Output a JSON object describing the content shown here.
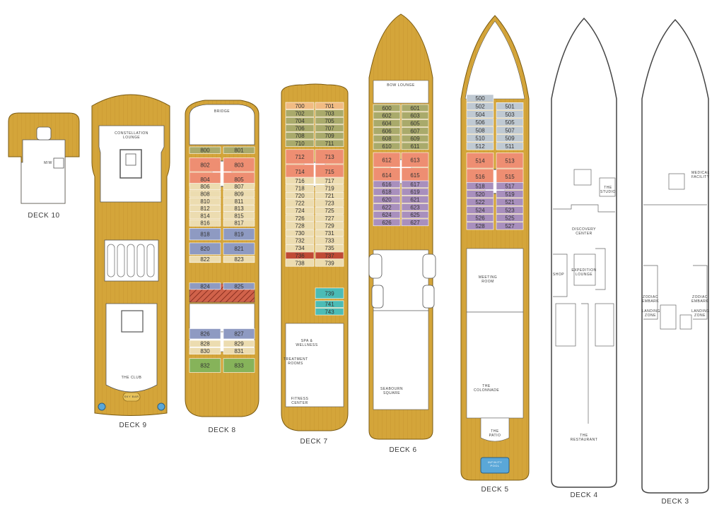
{
  "colors": {
    "wood": "#d4a53a",
    "wood_dark": "#b8861e",
    "olive": "#a9aa6b",
    "salmon": "#ee8e72",
    "beige": "#ecdcb0",
    "lavender": "#a88fbd",
    "slate_blue": "#8e9ac2",
    "steel": "#bfc9d2",
    "green": "#86b35a",
    "teal": "#4bbcb6",
    "peach": "#f1bb83",
    "red_brown": "#c04a35",
    "outline": "#444444"
  },
  "decks": [
    {
      "id": "deck10",
      "label": "DECK 10",
      "areas": [
        "M/W"
      ],
      "suites": []
    },
    {
      "id": "deck9",
      "label": "DECK 9",
      "areas": [
        "CONSTELLATION LOUNGE",
        "THE CLUB",
        "SKY BAR"
      ],
      "suites": []
    },
    {
      "id": "deck8",
      "label": "DECK 8",
      "areas": [
        "BRIDGE"
      ],
      "suites": [
        {
          "n": "800",
          "c": "olive",
          "r": 0,
          "s": "L"
        },
        {
          "n": "801",
          "c": "olive",
          "r": 0,
          "s": "R"
        },
        {
          "n": "802",
          "c": "salmon",
          "r": 1.5,
          "s": "L",
          "h": 2
        },
        {
          "n": "803",
          "c": "salmon",
          "r": 1.5,
          "s": "R",
          "h": 2
        },
        {
          "n": "804",
          "c": "salmon",
          "r": 3.5,
          "s": "L",
          "h": 2
        },
        {
          "n": "805",
          "c": "salmon",
          "r": 3.5,
          "s": "R",
          "h": 2
        },
        {
          "n": "806",
          "c": "beige",
          "r": 5,
          "s": "L"
        },
        {
          "n": "807",
          "c": "beige",
          "r": 5,
          "s": "R"
        },
        {
          "n": "808",
          "c": "beige",
          "r": 6,
          "s": "L"
        },
        {
          "n": "809",
          "c": "beige",
          "r": 6,
          "s": "R"
        },
        {
          "n": "810",
          "c": "beige",
          "r": 7,
          "s": "L"
        },
        {
          "n": "811",
          "c": "beige",
          "r": 7,
          "s": "R"
        },
        {
          "n": "812",
          "c": "beige",
          "r": 8,
          "s": "L"
        },
        {
          "n": "813",
          "c": "beige",
          "r": 8,
          "s": "R"
        },
        {
          "n": "814",
          "c": "beige",
          "r": 9,
          "s": "L"
        },
        {
          "n": "815",
          "c": "beige",
          "r": 9,
          "s": "R"
        },
        {
          "n": "816",
          "c": "beige",
          "r": 10,
          "s": "L"
        },
        {
          "n": "817",
          "c": "beige",
          "r": 10,
          "s": "R"
        },
        {
          "n": "818",
          "c": "slate_blue",
          "r": 11.2,
          "s": "L",
          "h": 1.7
        },
        {
          "n": "819",
          "c": "slate_blue",
          "r": 11.2,
          "s": "R",
          "h": 1.7
        },
        {
          "n": "820",
          "c": "slate_blue",
          "r": 13.2,
          "s": "L",
          "h": 1.7
        },
        {
          "n": "821",
          "c": "slate_blue",
          "r": 13.2,
          "s": "R",
          "h": 1.7
        },
        {
          "n": "822",
          "c": "beige",
          "r": 15,
          "s": "L"
        },
        {
          "n": "823",
          "c": "beige",
          "r": 15,
          "s": "R"
        },
        {
          "n": "824",
          "c": "slate_blue",
          "r": 18.7,
          "s": "L"
        },
        {
          "n": "825",
          "c": "slate_blue",
          "r": 18.7,
          "s": "R"
        },
        {
          "n": "826",
          "c": "slate_blue",
          "r": 25,
          "s": "L",
          "h": 1.5
        },
        {
          "n": "827",
          "c": "slate_blue",
          "r": 25,
          "s": "R",
          "h": 1.5
        },
        {
          "n": "828",
          "c": "beige",
          "r": 26.6,
          "s": "L"
        },
        {
          "n": "829",
          "c": "beige",
          "r": 26.6,
          "s": "R"
        },
        {
          "n": "830",
          "c": "beige",
          "r": 27.6,
          "s": "L"
        },
        {
          "n": "831",
          "c": "beige",
          "r": 27.6,
          "s": "R"
        },
        {
          "n": "832",
          "c": "green",
          "r": 29.1,
          "s": "L",
          "h": 2
        },
        {
          "n": "833",
          "c": "green",
          "r": 29.1,
          "s": "R",
          "h": 2
        }
      ]
    },
    {
      "id": "deck7",
      "label": "DECK 7",
      "areas": [
        "SPA & WELLNESS",
        "TREATMENT ROOMS",
        "FITNESS CENTER"
      ],
      "suites": [
        {
          "n": "700",
          "c": "peach",
          "r": 0,
          "s": "L"
        },
        {
          "n": "701",
          "c": "peach",
          "r": 0,
          "s": "R"
        },
        {
          "n": "702",
          "c": "olive",
          "r": 1,
          "s": "L"
        },
        {
          "n": "703",
          "c": "olive",
          "r": 1,
          "s": "R"
        },
        {
          "n": "704",
          "c": "olive",
          "r": 2,
          "s": "L"
        },
        {
          "n": "705",
          "c": "olive",
          "r": 2,
          "s": "R"
        },
        {
          "n": "706",
          "c": "olive",
          "r": 3,
          "s": "L"
        },
        {
          "n": "707",
          "c": "olive",
          "r": 3,
          "s": "R"
        },
        {
          "n": "708",
          "c": "olive",
          "r": 4,
          "s": "L"
        },
        {
          "n": "709",
          "c": "olive",
          "r": 4,
          "s": "R"
        },
        {
          "n": "710",
          "c": "olive",
          "r": 5,
          "s": "L"
        },
        {
          "n": "711",
          "c": "olive",
          "r": 5,
          "s": "R"
        },
        {
          "n": "712",
          "c": "salmon",
          "r": 6.3,
          "s": "L",
          "h": 2
        },
        {
          "n": "713",
          "c": "salmon",
          "r": 6.3,
          "s": "R",
          "h": 2
        },
        {
          "n": "714",
          "c": "salmon",
          "r": 8.3,
          "s": "L",
          "h": 2
        },
        {
          "n": "715",
          "c": "salmon",
          "r": 8.3,
          "s": "R",
          "h": 2
        },
        {
          "n": "716",
          "c": "beige",
          "r": 10,
          "s": "L"
        },
        {
          "n": "717",
          "c": "beige",
          "r": 10,
          "s": "R"
        },
        {
          "n": "718",
          "c": "beige",
          "r": 11,
          "s": "L"
        },
        {
          "n": "719",
          "c": "beige",
          "r": 11,
          "s": "R"
        },
        {
          "n": "720",
          "c": "beige",
          "r": 12,
          "s": "L"
        },
        {
          "n": "721",
          "c": "beige",
          "r": 12,
          "s": "R"
        },
        {
          "n": "722",
          "c": "beige",
          "r": 13,
          "s": "L"
        },
        {
          "n": "723",
          "c": "beige",
          "r": 13,
          "s": "R"
        },
        {
          "n": "724",
          "c": "beige",
          "r": 14,
          "s": "L"
        },
        {
          "n": "725",
          "c": "beige",
          "r": 14,
          "s": "R"
        },
        {
          "n": "726",
          "c": "beige",
          "r": 15,
          "s": "L"
        },
        {
          "n": "727",
          "c": "beige",
          "r": 15,
          "s": "R"
        },
        {
          "n": "728",
          "c": "beige",
          "r": 16,
          "s": "L"
        },
        {
          "n": "729",
          "c": "beige",
          "r": 16,
          "s": "R"
        },
        {
          "n": "730",
          "c": "beige",
          "r": 17,
          "s": "L"
        },
        {
          "n": "731",
          "c": "beige",
          "r": 17,
          "s": "R"
        },
        {
          "n": "732",
          "c": "beige",
          "r": 18,
          "s": "L"
        },
        {
          "n": "733",
          "c": "beige",
          "r": 18,
          "s": "R"
        },
        {
          "n": "734",
          "c": "beige",
          "r": 19,
          "s": "L"
        },
        {
          "n": "735",
          "c": "beige",
          "r": 19,
          "s": "R"
        },
        {
          "n": "736",
          "c": "red_brown",
          "r": 20,
          "s": "L"
        },
        {
          "n": "737",
          "c": "red_brown",
          "r": 20,
          "s": "R"
        },
        {
          "n": "738",
          "c": "beige",
          "r": 21,
          "s": "L"
        },
        {
          "n": "739",
          "c": "beige",
          "r": 21,
          "s": "R"
        },
        {
          "n": "739",
          "c": "teal",
          "r": 24.8,
          "s": "R",
          "h": 1.5
        },
        {
          "n": "741",
          "c": "teal",
          "r": 26.5,
          "s": "R"
        },
        {
          "n": "743",
          "c": "teal",
          "r": 27.5,
          "s": "R"
        }
      ]
    },
    {
      "id": "deck6",
      "label": "DECK 6",
      "areas": [
        "BOW LOUNGE",
        "SEABOURN SQUARE"
      ],
      "suites": [
        {
          "n": "600",
          "c": "olive",
          "r": 0,
          "s": "L"
        },
        {
          "n": "601",
          "c": "olive",
          "r": 0,
          "s": "R"
        },
        {
          "n": "602",
          "c": "olive",
          "r": 1,
          "s": "L"
        },
        {
          "n": "603",
          "c": "olive",
          "r": 1,
          "s": "R"
        },
        {
          "n": "604",
          "c": "olive",
          "r": 2,
          "s": "L"
        },
        {
          "n": "605",
          "c": "olive",
          "r": 2,
          "s": "R"
        },
        {
          "n": "606",
          "c": "olive",
          "r": 3,
          "s": "L"
        },
        {
          "n": "607",
          "c": "olive",
          "r": 3,
          "s": "R"
        },
        {
          "n": "608",
          "c": "olive",
          "r": 4,
          "s": "L"
        },
        {
          "n": "609",
          "c": "olive",
          "r": 4,
          "s": "R"
        },
        {
          "n": "610",
          "c": "olive",
          "r": 5,
          "s": "L"
        },
        {
          "n": "611",
          "c": "olive",
          "r": 5,
          "s": "R"
        },
        {
          "n": "612",
          "c": "salmon",
          "r": 6.3,
          "s": "L",
          "h": 2
        },
        {
          "n": "613",
          "c": "salmon",
          "r": 6.3,
          "s": "R",
          "h": 2
        },
        {
          "n": "614",
          "c": "salmon",
          "r": 8.3,
          "s": "L",
          "h": 2
        },
        {
          "n": "615",
          "c": "salmon",
          "r": 8.3,
          "s": "R",
          "h": 2
        },
        {
          "n": "616",
          "c": "lavender",
          "r": 10,
          "s": "L"
        },
        {
          "n": "617",
          "c": "lavender",
          "r": 10,
          "s": "R"
        },
        {
          "n": "618",
          "c": "lavender",
          "r": 11,
          "s": "L"
        },
        {
          "n": "619",
          "c": "lavender",
          "r": 11,
          "s": "R"
        },
        {
          "n": "620",
          "c": "lavender",
          "r": 12,
          "s": "L"
        },
        {
          "n": "621",
          "c": "lavender",
          "r": 12,
          "s": "R"
        },
        {
          "n": "622",
          "c": "lavender",
          "r": 13,
          "s": "L"
        },
        {
          "n": "623",
          "c": "lavender",
          "r": 13,
          "s": "R"
        },
        {
          "n": "624",
          "c": "lavender",
          "r": 14,
          "s": "L"
        },
        {
          "n": "625",
          "c": "lavender",
          "r": 14,
          "s": "R"
        },
        {
          "n": "626",
          "c": "lavender",
          "r": 15,
          "s": "L"
        },
        {
          "n": "627",
          "c": "lavender",
          "r": 15,
          "s": "R"
        }
      ]
    },
    {
      "id": "deck5",
      "label": "DECK 5",
      "areas": [
        "MEETING ROOM",
        "THE COLONNADE",
        "THE PATIO",
        "INFINITY POOL"
      ],
      "suites": [
        {
          "n": "500",
          "c": "steel",
          "r": 0,
          "s": "L"
        },
        {
          "n": "502",
          "c": "steel",
          "r": 1,
          "s": "L"
        },
        {
          "n": "501",
          "c": "steel",
          "r": 1,
          "s": "R"
        },
        {
          "n": "504",
          "c": "steel",
          "r": 2,
          "s": "L"
        },
        {
          "n": "503",
          "c": "steel",
          "r": 2,
          "s": "R"
        },
        {
          "n": "506",
          "c": "steel",
          "r": 3,
          "s": "L"
        },
        {
          "n": "505",
          "c": "steel",
          "r": 3,
          "s": "R"
        },
        {
          "n": "508",
          "c": "steel",
          "r": 4,
          "s": "L"
        },
        {
          "n": "507",
          "c": "steel",
          "r": 4,
          "s": "R"
        },
        {
          "n": "510",
          "c": "steel",
          "r": 5,
          "s": "L"
        },
        {
          "n": "509",
          "c": "steel",
          "r": 5,
          "s": "R"
        },
        {
          "n": "512",
          "c": "steel",
          "r": 6,
          "s": "L"
        },
        {
          "n": "511",
          "c": "steel",
          "r": 6,
          "s": "R"
        },
        {
          "n": "514",
          "c": "salmon",
          "r": 7.3,
          "s": "L",
          "h": 2
        },
        {
          "n": "513",
          "c": "salmon",
          "r": 7.3,
          "s": "R",
          "h": 2
        },
        {
          "n": "516",
          "c": "salmon",
          "r": 9.3,
          "s": "L",
          "h": 2
        },
        {
          "n": "515",
          "c": "salmon",
          "r": 9.3,
          "s": "R",
          "h": 2
        },
        {
          "n": "518",
          "c": "lavender",
          "r": 11,
          "s": "L"
        },
        {
          "n": "517",
          "c": "lavender",
          "r": 11,
          "s": "R"
        },
        {
          "n": "520",
          "c": "lavender",
          "r": 12,
          "s": "L"
        },
        {
          "n": "519",
          "c": "lavender",
          "r": 12,
          "s": "R"
        },
        {
          "n": "522",
          "c": "lavender",
          "r": 13,
          "s": "L"
        },
        {
          "n": "521",
          "c": "lavender",
          "r": 13,
          "s": "R"
        },
        {
          "n": "524",
          "c": "lavender",
          "r": 14,
          "s": "L"
        },
        {
          "n": "523",
          "c": "lavender",
          "r": 14,
          "s": "R"
        },
        {
          "n": "526",
          "c": "lavender",
          "r": 15,
          "s": "L"
        },
        {
          "n": "525",
          "c": "lavender",
          "r": 15,
          "s": "R"
        },
        {
          "n": "528",
          "c": "lavender",
          "r": 16,
          "s": "L"
        },
        {
          "n": "527",
          "c": "lavender",
          "r": 16,
          "s": "R"
        }
      ]
    },
    {
      "id": "deck4",
      "label": "DECK 4",
      "areas": [
        "THE STUDIO",
        "DISCOVERY CENTER",
        "SHOP",
        "EXPEDITION LOUNGE",
        "THE RESTAURANT"
      ],
      "suites": []
    },
    {
      "id": "deck3",
      "label": "DECK 3",
      "areas": [
        "MEDICAL FACILITY",
        "ZODIAC EMBARK",
        "ZODIAC EMBARK",
        "LANDING ZONE",
        "LANDING ZONE"
      ],
      "suites": []
    }
  ]
}
